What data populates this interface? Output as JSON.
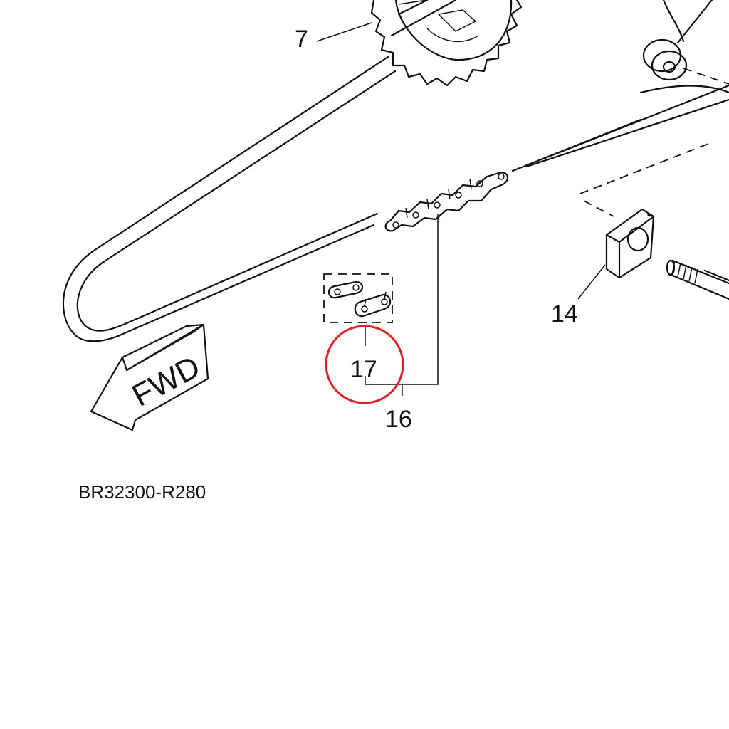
{
  "diagram": {
    "part_labels": {
      "sprocket": "7",
      "chain_adjuster": "14",
      "chain": "16",
      "master_link": "17"
    },
    "direction_arrow": "FWD",
    "drawing_code": "BR32300-R280",
    "highlight": {
      "target": "master_link",
      "color": "#e02020"
    },
    "ink_color": "#111111"
  }
}
